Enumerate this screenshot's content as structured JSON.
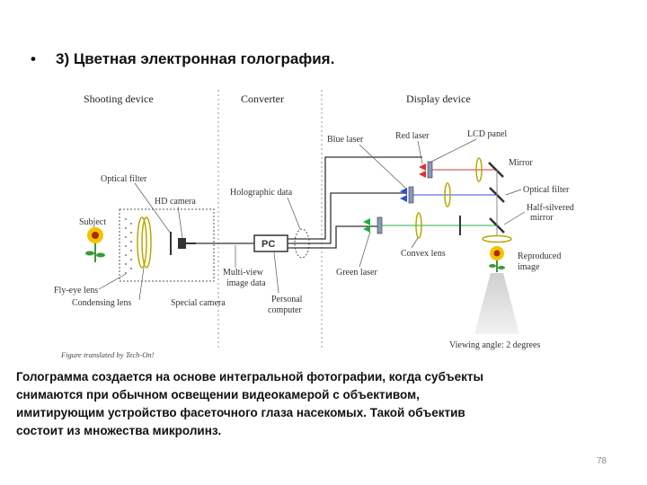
{
  "slide": {
    "bullet": "•",
    "title": "3) Цветная электронная голография.",
    "page_number": "78"
  },
  "figure": {
    "headers": {
      "shooting": "Shooting device",
      "converter": "Converter",
      "display": "Display device"
    },
    "labels": {
      "optical_filter_left": "Optical filter",
      "hd_camera": "HD camera",
      "subject": "Subject",
      "fly_eye_lens": "Fly-eye lens",
      "condensing_lens": "Condensing lens",
      "special_camera": "Special camera",
      "holographic_data": "Holographic data",
      "pc": "PC",
      "multi_view_1": "Multi-view",
      "multi_view_2": "image data",
      "personal_1": "Personal",
      "personal_2": "computer",
      "blue_laser": "Blue laser",
      "red_laser": "Red laser",
      "lcd_panel": "LCD panel",
      "mirror": "Mirror",
      "optical_filter_right": "Optical filter",
      "half_silvered_1": "Half-silvered",
      "half_silvered_2": "mirror",
      "convex_lens": "Convex lens",
      "green_laser": "Green laser",
      "reproduced_1": "Reproduced",
      "reproduced_2": "image",
      "viewing_angle": "Viewing angle: 2 degrees",
      "credit": "Figure translated by Tech-On!"
    },
    "colors": {
      "red_laser": "#e03030",
      "blue_laser": "#3050d0",
      "green_laser": "#20b040",
      "lens": "#b8a800",
      "line": "#333333"
    }
  },
  "body": {
    "lines": [
      "Голограмма создается на основе интегральной фотографии, когда субъекты",
      "снимаются при обычном освещении видеокамерой с объективом,",
      "имитирующим устройство фасеточного глаза насекомых. Такой объектив",
      "состоит из множества микролинз."
    ]
  }
}
